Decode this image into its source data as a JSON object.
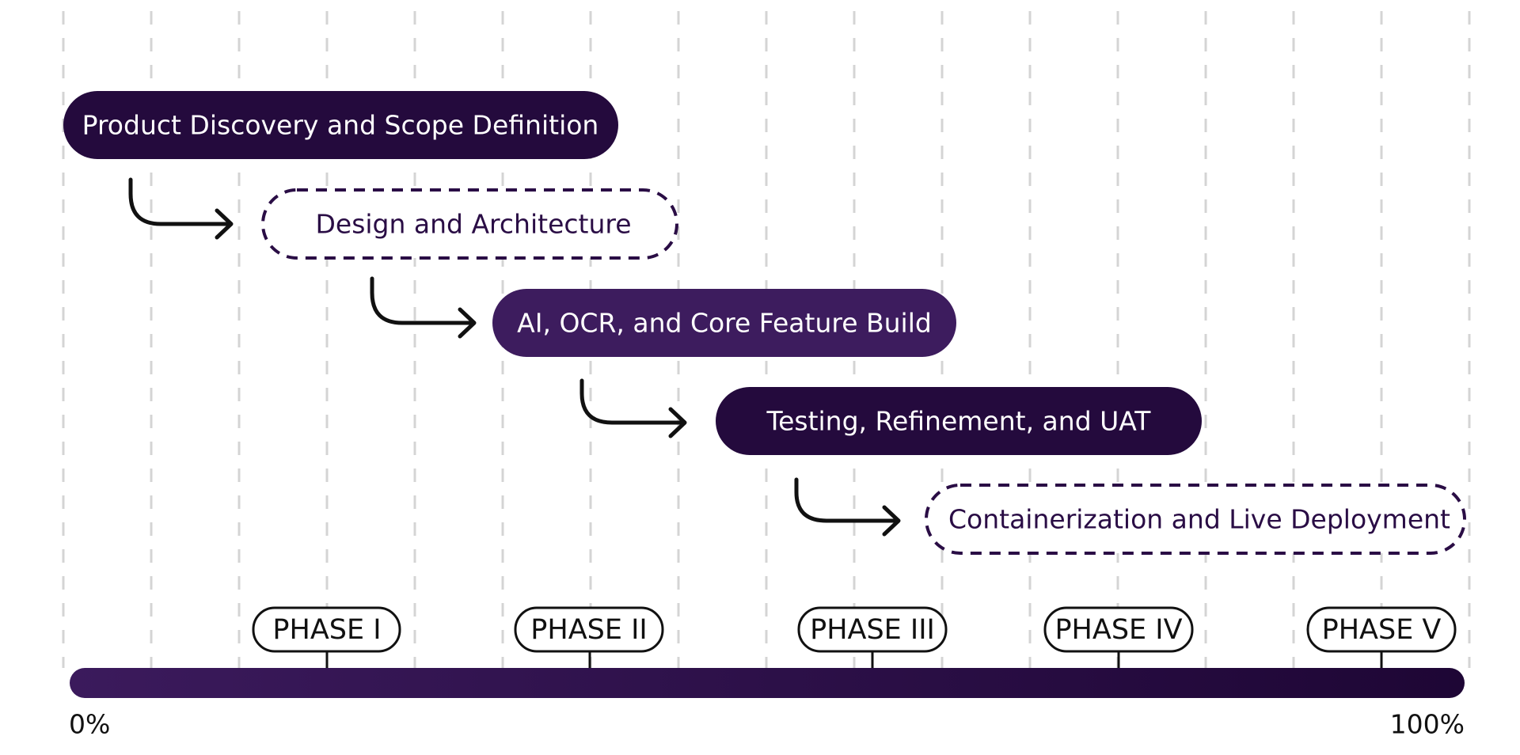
{
  "tasks": [
    {
      "label": "Product Discovery and Scope Definition",
      "style": "solid",
      "fill": "#240a3d",
      "text_color": "#ffffff"
    },
    {
      "label": "Design and Architecture",
      "style": "dashed",
      "fill": "#ffffff",
      "text_color": "#2a0d45"
    },
    {
      "label": "AI, OCR, and Core Feature Build",
      "style": "solid",
      "fill": "#3d1c5e",
      "text_color": "#ffffff"
    },
    {
      "label": "Testing, Refinement, and UAT",
      "style": "solid",
      "fill": "#240a3d",
      "text_color": "#ffffff"
    },
    {
      "label": "Containerization and Live Deployment",
      "style": "dashed",
      "fill": "#ffffff",
      "text_color": "#2a0d45"
    }
  ],
  "phases": [
    {
      "label": "PHASE I"
    },
    {
      "label": "PHASE II"
    },
    {
      "label": "PHASE III"
    },
    {
      "label": "PHASE IV"
    },
    {
      "label": "PHASE V"
    }
  ],
  "progress_bar": {
    "start_label": "0%",
    "end_label": "100%",
    "gradient_start": "#3b1a5c",
    "gradient_end": "#1e0635"
  },
  "colors": {
    "dashed_border": "#2a0d45",
    "arrow": "#111111",
    "grid_line": "#d4d4d4"
  }
}
